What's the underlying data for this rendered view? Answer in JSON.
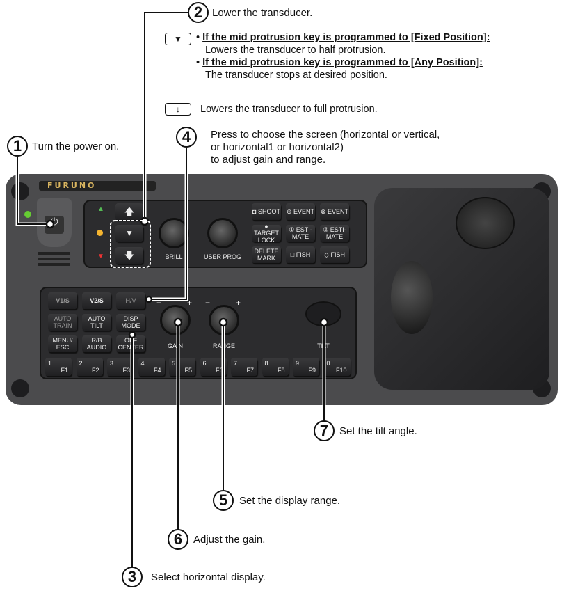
{
  "callouts": {
    "c1": {
      "num": "1",
      "text": "Turn the power on."
    },
    "c2": {
      "num": "2",
      "text": "Lower the transducer."
    },
    "c3": {
      "num": "3",
      "text": "Select horizontal display."
    },
    "c4": {
      "num": "4",
      "lines": [
        "Press to choose the screen (horizontal or vertical,",
        "or horizontal1 or horizontal2)",
        "to adjust gain and range."
      ]
    },
    "c5": {
      "num": "5",
      "text": "Set the display range."
    },
    "c6": {
      "num": "6",
      "text": "Adjust the gain."
    },
    "c7": {
      "num": "7",
      "text": "Set the tilt angle."
    }
  },
  "notes": {
    "mid_key": "▼",
    "full_key": "↓",
    "n1_head": "If the mid protrusion key is programmed to [Fixed Position]:",
    "n1_body": "Lowers the transducer to half protrusion.",
    "n2_head": "If the mid protrusion key is programmed to [Any Position]:",
    "n2_body": "The transducer stops at desired position.",
    "full": "Lowers the transducer to full protrusion.",
    "bullet": "•"
  },
  "panel": {
    "brand": "FURUNO",
    "arrows": {
      "up": "🡅",
      "mid": "▼",
      "down": "🡇"
    },
    "knobs": {
      "brill": "BRILL",
      "user_prog": "USER PROG",
      "gain": "GAIN",
      "range": "RANGE",
      "tilt": "TILT",
      "minus": "−",
      "plus": "+"
    },
    "top_buttons": [
      "◘ SHOOT",
      "⊕ EVENT",
      "⊗ EVENT",
      "● TARGET LOCK",
      "① ESTI-MATE",
      "② ESTI-MATE",
      "DELETE MARK",
      "□ FISH",
      "◇ FISH"
    ],
    "bottom_buttons": [
      "V1/S",
      "V2/S",
      "H/V",
      "AUTO TRAIN",
      "AUTO TILT",
      "DISP MODE",
      "MENU/ ESC",
      "R/B AUDIO",
      "OFF CENTER"
    ],
    "fkeys": [
      [
        "1",
        "F1"
      ],
      [
        "2",
        "F2"
      ],
      [
        "3",
        "F3"
      ],
      [
        "4",
        "F4"
      ],
      [
        "5",
        "F5"
      ],
      [
        "6",
        "F6"
      ],
      [
        "7",
        "F7"
      ],
      [
        "8",
        "F8"
      ],
      [
        "9",
        "F9"
      ],
      [
        "0",
        "F10"
      ]
    ]
  }
}
